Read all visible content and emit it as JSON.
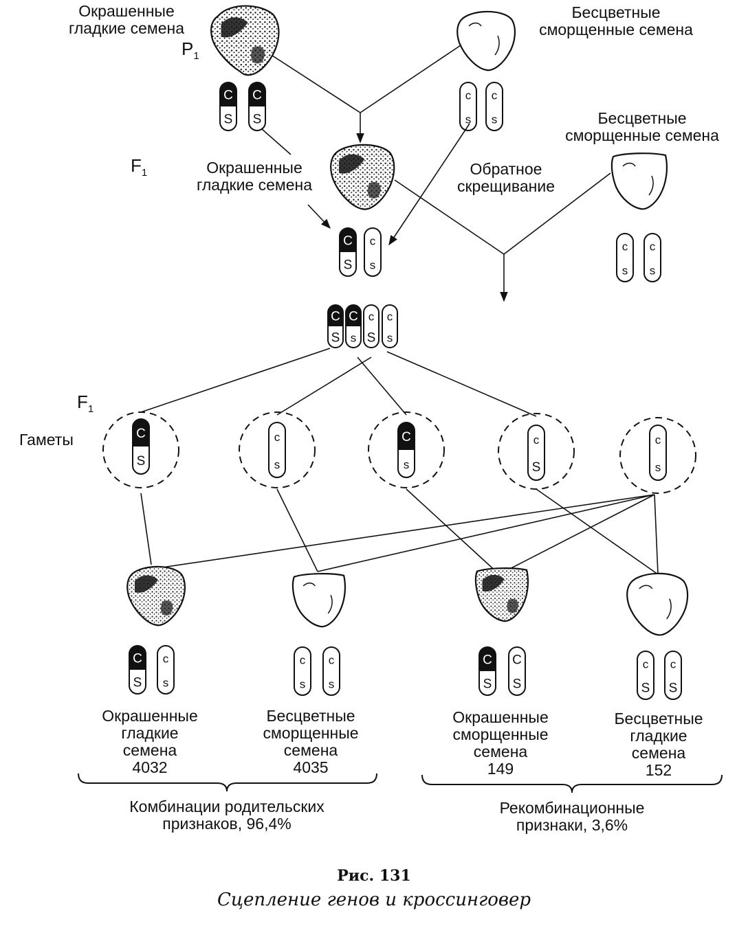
{
  "parents": {
    "left_label": [
      "Окрашенные",
      "гладкие семена"
    ],
    "right_label": [
      "Бесцветные",
      "сморщенные семена"
    ],
    "generation": "P",
    "generation_sub": "1"
  },
  "f1": {
    "generation": "F",
    "generation_sub": "1",
    "label": [
      "Окрашенные",
      "гладкие семена"
    ],
    "cross_label": [
      "Обратное",
      "скрещивание"
    ],
    "tester_label": [
      "Бесцветные",
      "сморщенные семена"
    ]
  },
  "gametes": {
    "generation": "F",
    "generation_sub": "1",
    "label": "Гаметы"
  },
  "alleles": {
    "C": "C",
    "c": "c",
    "S": "S",
    "s": "s"
  },
  "offspring": [
    {
      "label": [
        "Окрашенные",
        "гладкие",
        "семена"
      ],
      "count": "4032"
    },
    {
      "label": [
        "Бесцветные",
        "сморщенные",
        "семена"
      ],
      "count": "4035"
    },
    {
      "label": [
        "Окрашенные",
        "сморщенные",
        "семена"
      ],
      "count": "149"
    },
    {
      "label": [
        "Бесцветные",
        "гладкие",
        "семена"
      ],
      "count": "152"
    }
  ],
  "groups": {
    "parental": [
      "Комбинации родительских",
      "признаков, 96,4%"
    ],
    "recombinant": [
      "Рекомбинационные",
      "признаки, 3,6%"
    ]
  },
  "caption": {
    "number": "Рис. 131",
    "title": "Сцепление генов и кроссинговер"
  }
}
